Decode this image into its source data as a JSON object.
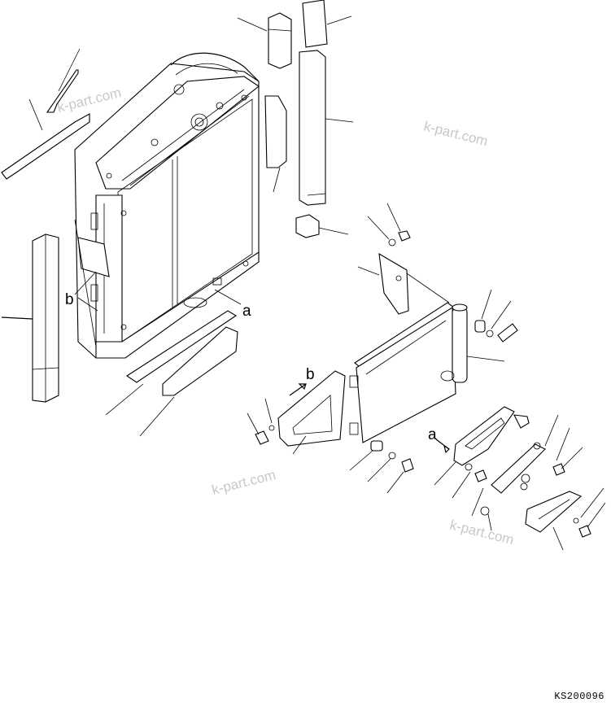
{
  "watermarks": [
    "k-part.com",
    "k-part.com",
    "k-part.com",
    "k-part.com"
  ],
  "labels": {
    "a_top": "a",
    "b_left": "b",
    "b_mid": "b",
    "a_right": "a"
  },
  "drawing_code": "KS200096",
  "icons": [
    "radiator-assembly",
    "seal-strip",
    "bracket",
    "bolt",
    "washer",
    "nut",
    "condenser",
    "receiver-drier",
    "cover-plate"
  ]
}
